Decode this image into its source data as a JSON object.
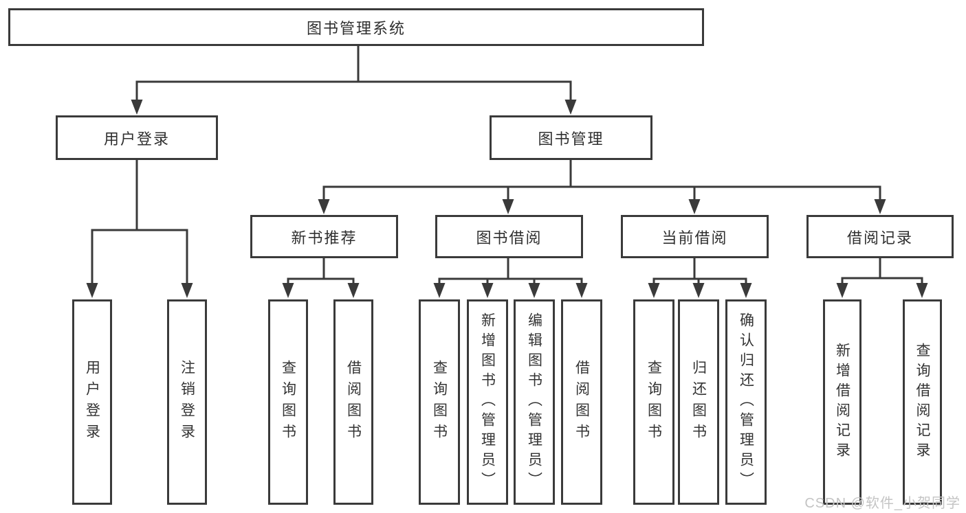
{
  "diagram": {
    "nodes": {
      "root": "图书管理系统",
      "user_login": "用户登录",
      "book_mgmt": "图书管理",
      "new_book_rec": "新书推荐",
      "book_borrow": "图书借阅",
      "current_borrow": "当前借阅",
      "borrow_records": "借阅记录",
      "leaf_user_login": "用户登录",
      "leaf_logout": "注销登录",
      "leaf_nb_query": "查询图书",
      "leaf_nb_borrow": "借阅图书",
      "leaf_bb_query": "查询图书",
      "leaf_bb_add": "新增图书（管理员）",
      "leaf_bb_edit": "编辑图书（管理员）",
      "leaf_bb_borrow": "借阅图书",
      "leaf_cb_query": "查询图书",
      "leaf_cb_return": "归还图书",
      "leaf_cb_confirm": "确认归还（管理员）",
      "leaf_rec_add": "新增借阅记录",
      "leaf_rec_query": "查询借阅记录"
    },
    "watermark": "CSDN @软件_小贺同学",
    "colors": {
      "line": "#3a3a3a",
      "text": "#2f2f2f",
      "watermark": "#c4c4c4",
      "background": "#ffffff"
    }
  }
}
